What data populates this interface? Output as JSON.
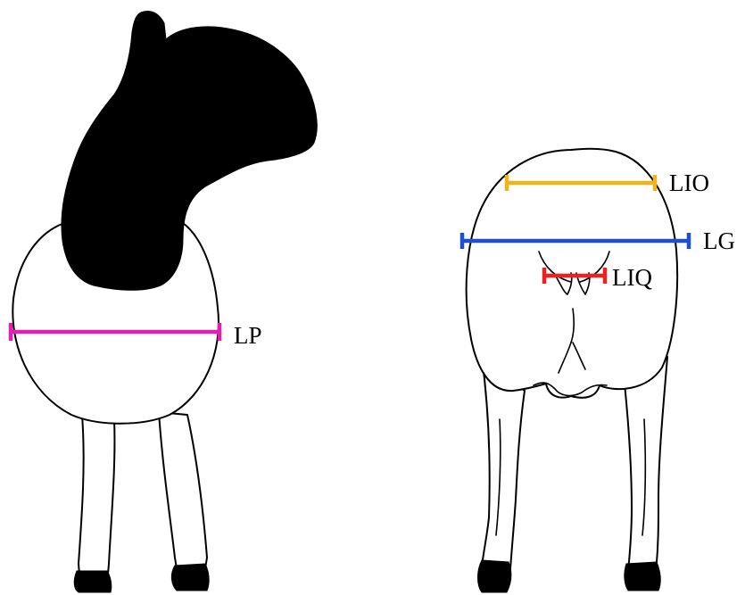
{
  "diagram": {
    "measurements": [
      {
        "id": "lp",
        "label": "LP",
        "color": "#e020b0"
      },
      {
        "id": "lio",
        "label": "LIO",
        "color": "#f0b418"
      },
      {
        "id": "lg",
        "label": "LG",
        "color": "#1f4fd0"
      },
      {
        "id": "liq",
        "label": "LIQ",
        "color": "#ee2020"
      }
    ]
  }
}
